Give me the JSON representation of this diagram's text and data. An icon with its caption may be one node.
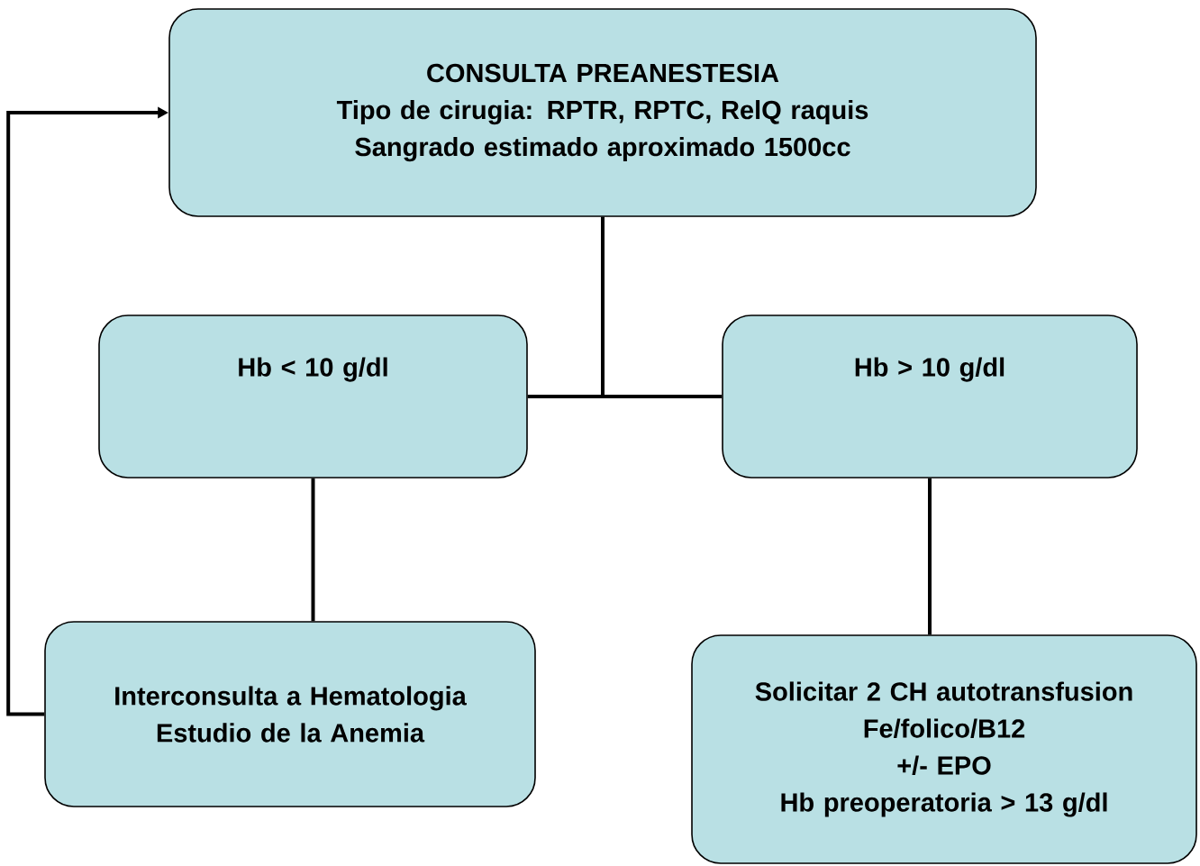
{
  "diagram": {
    "nodes": [
      {
        "text": [
          "CONSULTA PREANESTESIA",
          "Tipo de cirugia: RPTR, RPTC, RelQ raquis",
          "Sangrado estimado aproximado 1500cc"
        ]
      },
      {
        "text": [
          "Hb < 10 g/dl"
        ]
      },
      {
        "text": [
          "Hb > 10 g/dl"
        ]
      },
      {
        "text": [
          "Interconsulta a Hematologia",
          "Estudio de la Anemia"
        ]
      },
      {
        "text": [
          "Solicitar 2 CH autotransfusion",
          "Fe/folico/B12",
          "+/- EPO",
          "Hb preoperatoria > 13 g/dl"
        ]
      }
    ],
    "edges": [
      {
        "from": 0,
        "to": 1,
        "arrow": "none"
      },
      {
        "from": 0,
        "to": 2,
        "arrow": "none"
      },
      {
        "from": 1,
        "to": 3,
        "arrow": "none"
      },
      {
        "from": 2,
        "to": 4,
        "arrow": "none"
      },
      {
        "from": 3,
        "to": 0,
        "arrow": "to"
      }
    ]
  }
}
